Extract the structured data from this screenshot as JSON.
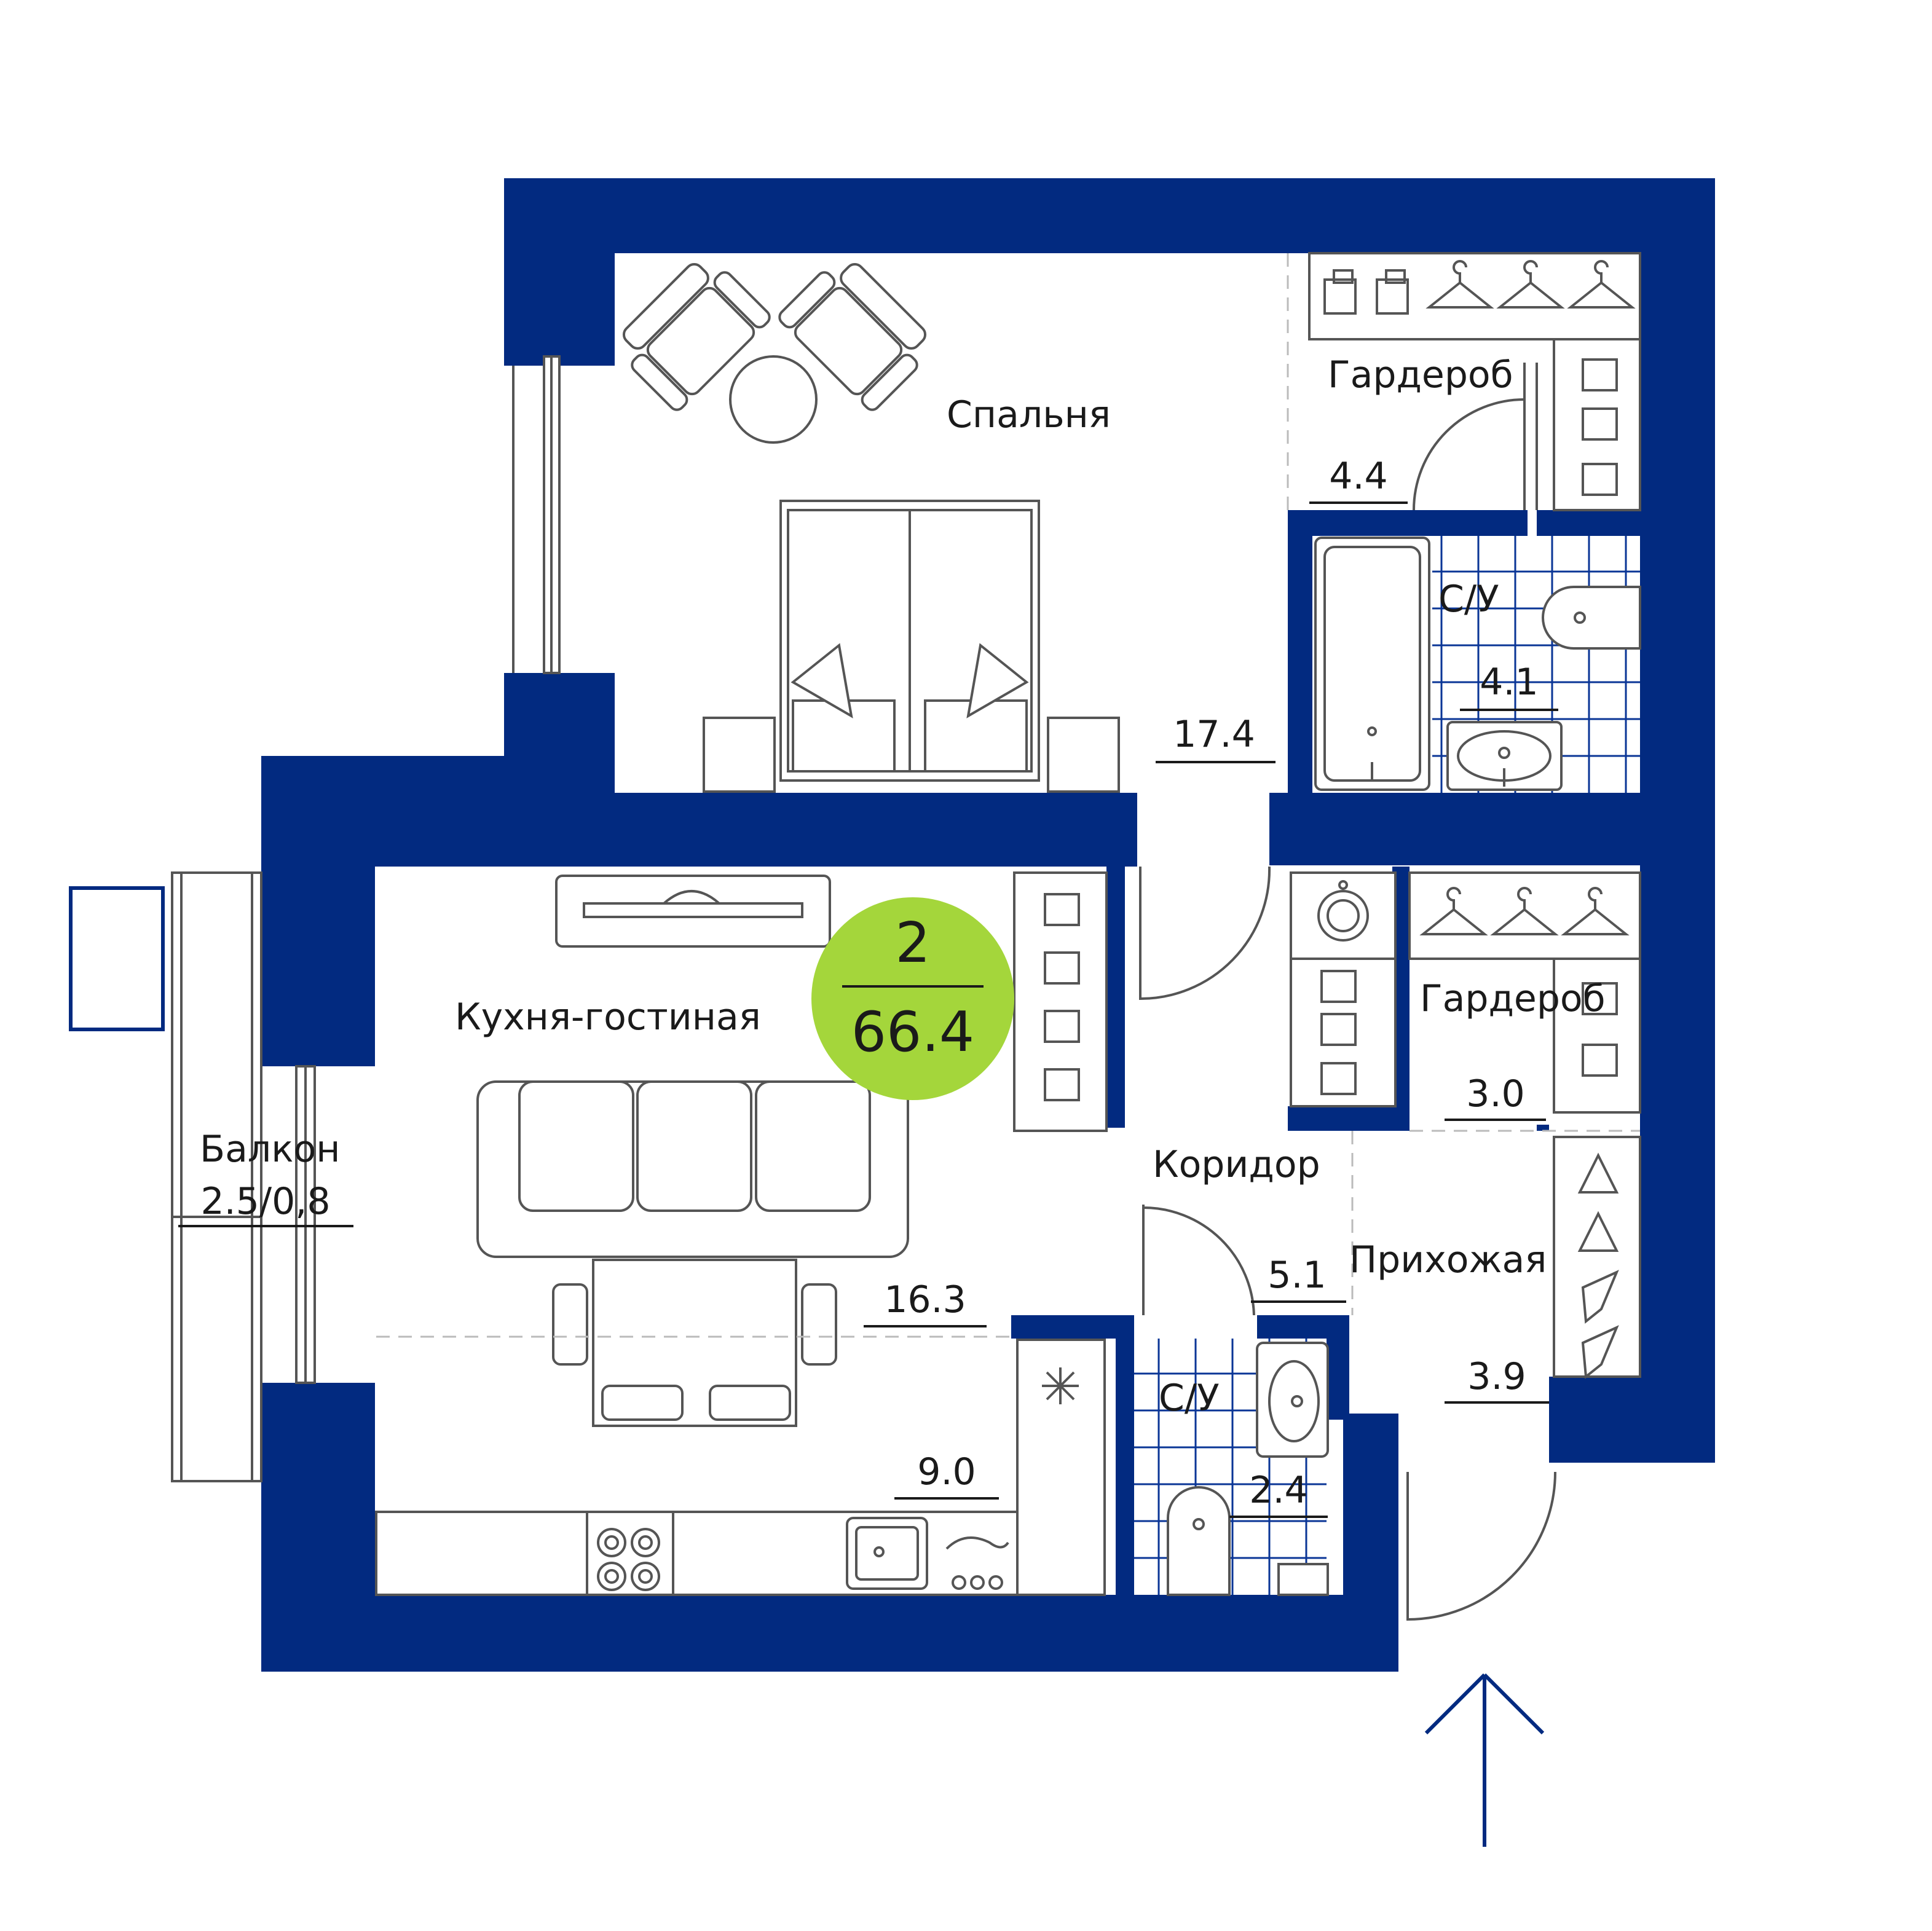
{
  "colors": {
    "wall": "#022a80",
    "badge": "#a4d63b",
    "tile_line": "#0a3596",
    "furniture": "#555555",
    "text": "#1a1a1a"
  },
  "apartment": {
    "rooms_count": "2",
    "total_area": "66.4"
  },
  "rooms": [
    {
      "id": "bedroom",
      "name": "Спальня",
      "area": "17.4"
    },
    {
      "id": "wardrobe-top",
      "name": "Гардероб",
      "area": "4.4"
    },
    {
      "id": "bathroom-top",
      "name": "С/У",
      "area": "4.1"
    },
    {
      "id": "kitchen-living",
      "name": "Кухня-гостиная",
      "area": "16.3"
    },
    {
      "id": "kitchen",
      "name": "",
      "area": "9.0"
    },
    {
      "id": "wardrobe-mid",
      "name": "Гардероб",
      "area": "3.0"
    },
    {
      "id": "corridor",
      "name": "Коридор",
      "area": "5.1"
    },
    {
      "id": "hallway",
      "name": "Прихожая",
      "area": "3.9"
    },
    {
      "id": "bathroom-bottom",
      "name": "С/У",
      "area": "2.4"
    },
    {
      "id": "balcony",
      "name": "Балкон",
      "area": "2.5/0,8"
    }
  ],
  "icons": {
    "entrance": "entrance-arrow-icon",
    "hanger": "hanger-icon",
    "shelf": "shelf-box-icon",
    "heel": "high-heel-icon",
    "stove": "cooktop-icon",
    "sink": "sink-icon",
    "toilet": "toilet-icon",
    "bathtub": "bathtub-icon",
    "washer": "washing-machine-icon",
    "fridge": "snowflake-icon"
  }
}
